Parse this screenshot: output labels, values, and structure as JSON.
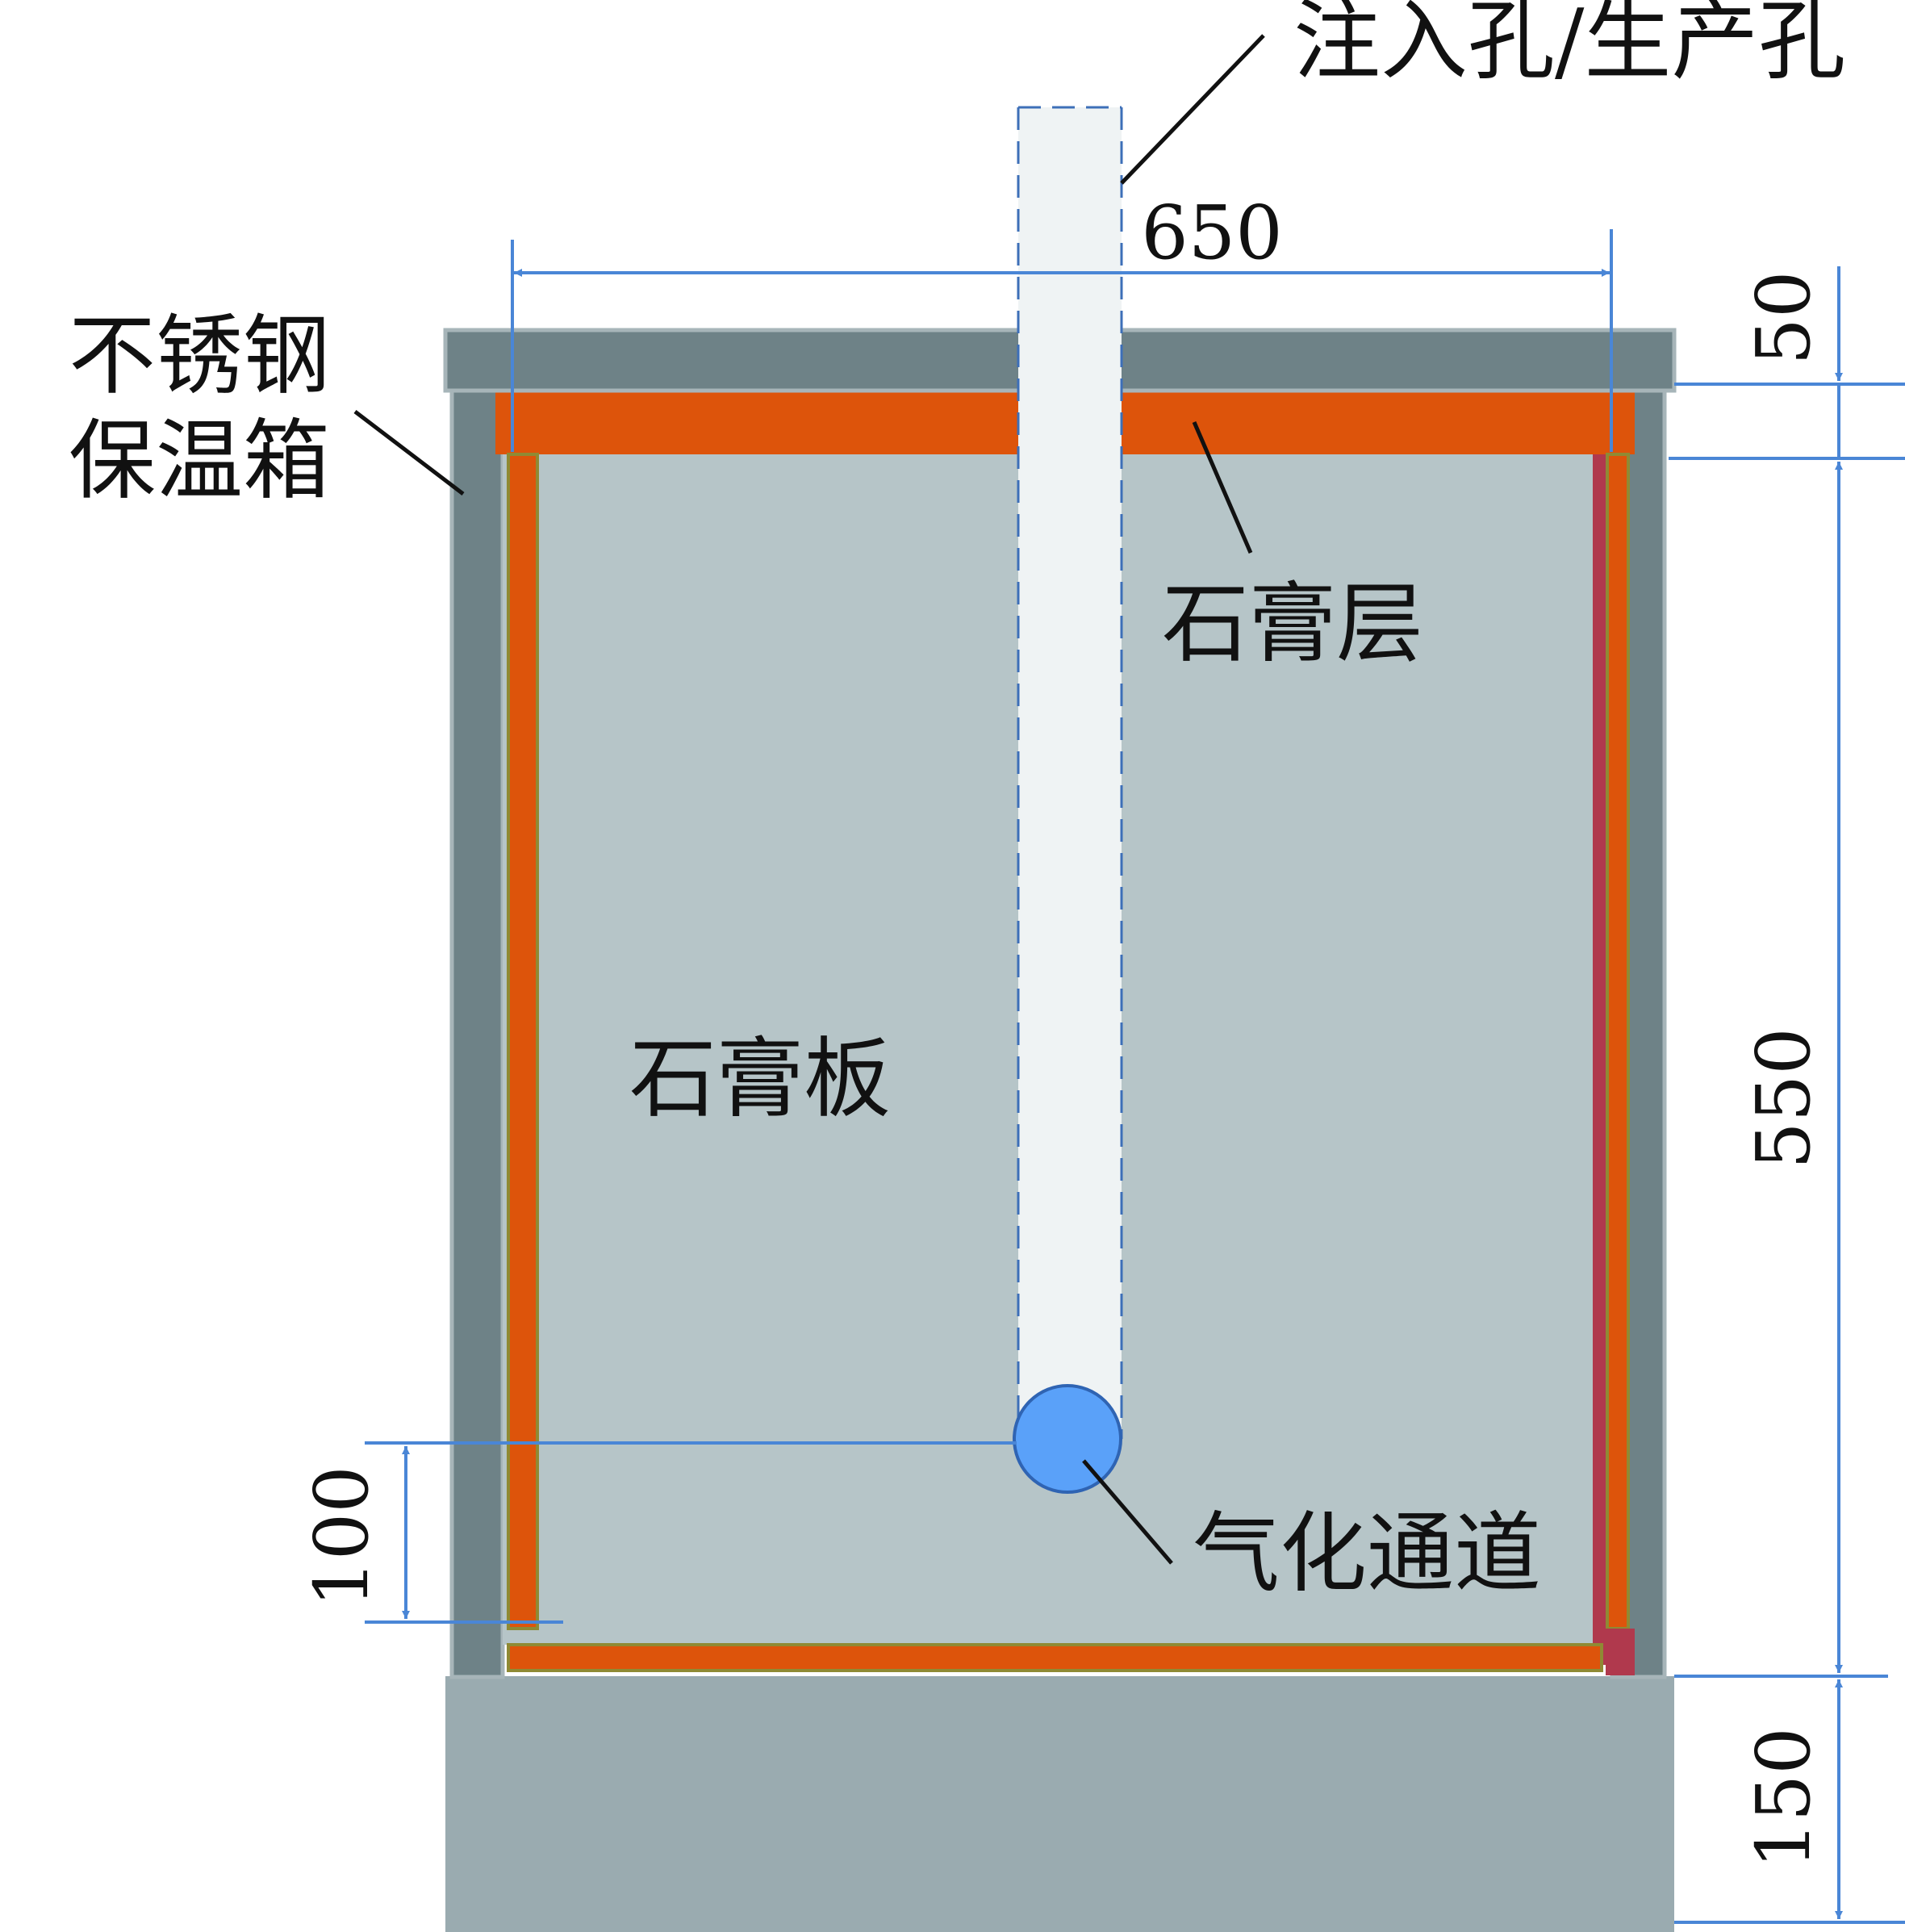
{
  "labels": {
    "stainless_box_line1": "不锈钢",
    "stainless_box_line2": "保温箱",
    "injection_well": "注入孔/生产孔",
    "gypsum_layer": "石膏层",
    "gypsum_board": "石膏板",
    "gasification_channel": "气化通道"
  },
  "dimensions": {
    "width": "650",
    "top_plate": "50",
    "body_height": "550",
    "base": "150",
    "channel_height": "100"
  },
  "colors": {
    "steel": "#6e8287",
    "steel_edge": "#a7b5b9",
    "gypsum_layer": "#dd540b",
    "gypsum_board": "#b6c5c8",
    "pipe": "#eff3f4",
    "channel": "#5aa1f9",
    "dimension_line": "#4a86d6",
    "base": "#9aabb0",
    "side_strip": "#b0394d"
  }
}
